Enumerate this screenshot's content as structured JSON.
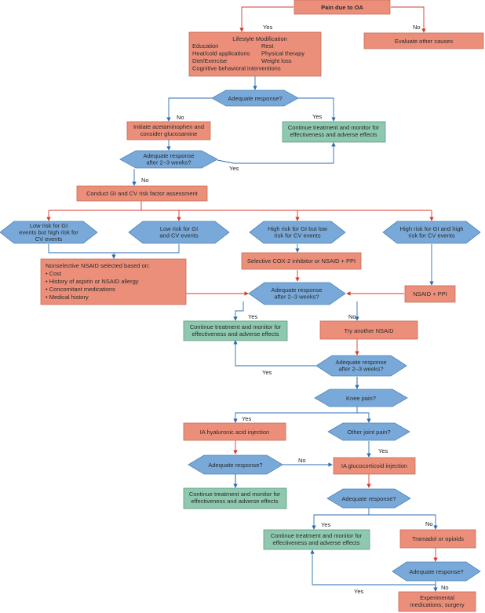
{
  "nodes": {
    "pain": [
      "Pain due to OA"
    ],
    "lifestyle": [
      "Lifestyle Modification"
    ],
    "lifestyle_left": [
      "Education",
      "Heat/cold applications",
      "Diet/Exercise",
      "Cognitive behavioral interventions"
    ],
    "lifestyle_right": [
      "Rest",
      "Physical therapy",
      "Weight loss"
    ],
    "other_causes": [
      "Evaluate other causes"
    ],
    "adequate_1": [
      "Adequate response?"
    ],
    "acetaminophen": [
      "Initiate acetaminophen and",
      "consider glucosamine"
    ],
    "continue_1": [
      "Continue treatment and monitor for",
      "effectiveness and adverse effects"
    ],
    "adequate_2": [
      "Adequate response",
      "after 2–3 weeks?"
    ],
    "gi_cv": [
      "Conduct GI and CV risk factor assessment"
    ],
    "low_gi_high_cv": [
      "Low risk for GI",
      "events but high risk for",
      "CV events"
    ],
    "low_gi_low_cv": [
      "Low risk for GI",
      "and CV events"
    ],
    "high_gi_low_cv": [
      "High risk for GI but low",
      "risk for CV events"
    ],
    "high_gi_high_cv": [
      "High risk for GI and high",
      "risk for CV events"
    ],
    "nonselective": [
      "Nonselective NSAID selected based on:",
      "• Cost",
      "• History of aspirin or NSAID allergy",
      "• Concomitant medications",
      "• Medical history"
    ],
    "cox2": [
      "Selective COX-2 inhibitor or NSAID + PPI"
    ],
    "nsaid_ppi": [
      "NSAID + PPI"
    ],
    "adequate_3": [
      "Adequate response",
      "after 2–3 weeks?"
    ],
    "continue_2": [
      "Continue treatment and monitor for",
      "effectiveness and adverse effects"
    ],
    "another_nsaid": [
      "Try another NSAID"
    ],
    "adequate_4": [
      "Adequate response",
      "after 2–3 weeks?"
    ],
    "knee": [
      "Knee pain?"
    ],
    "ia_hyaluronic": [
      "IA hyaluronic acid injection"
    ],
    "other_joint": [
      "Other joint pain?"
    ],
    "adequate_5": [
      "Adequate response?"
    ],
    "ia_gluco": [
      "IA glucocorticoid injection"
    ],
    "continue_3": [
      "Continue treatment and monitor for",
      "effectiveness and adverse effects"
    ],
    "adequate_6": [
      "Adequate response?"
    ],
    "continue_4": [
      "Continue treatment and monitor for",
      "effectiveness and adverse effects"
    ],
    "tramadol": [
      "Tramadol or opioids"
    ],
    "adequate_7": [
      "Adequate response?"
    ],
    "experimental": [
      "Experimental",
      "medications; surgery"
    ]
  },
  "edge_labels": {
    "pain_yes": "Yes",
    "pain_no": "No",
    "a1_no": "No",
    "a1_yes": "Yes",
    "a2_yes": "Yes",
    "a2_no": "No",
    "a3_yes": "Yes",
    "a3_no": "No",
    "a4_yes": "Yes",
    "knee_yes": "Yes",
    "oj_yes": "Yes",
    "a5_no": "No",
    "a6_yes": "Yes",
    "a6_no": "No",
    "a7_yes": "Yes",
    "a7_no": "No"
  },
  "colors": {
    "action_box": "#ec8f7a",
    "continue_box": "#8ec8ae",
    "decision": "#79a9d9",
    "red_arrow": "#d9392b",
    "blue_arrow": "#2b6eb0"
  }
}
